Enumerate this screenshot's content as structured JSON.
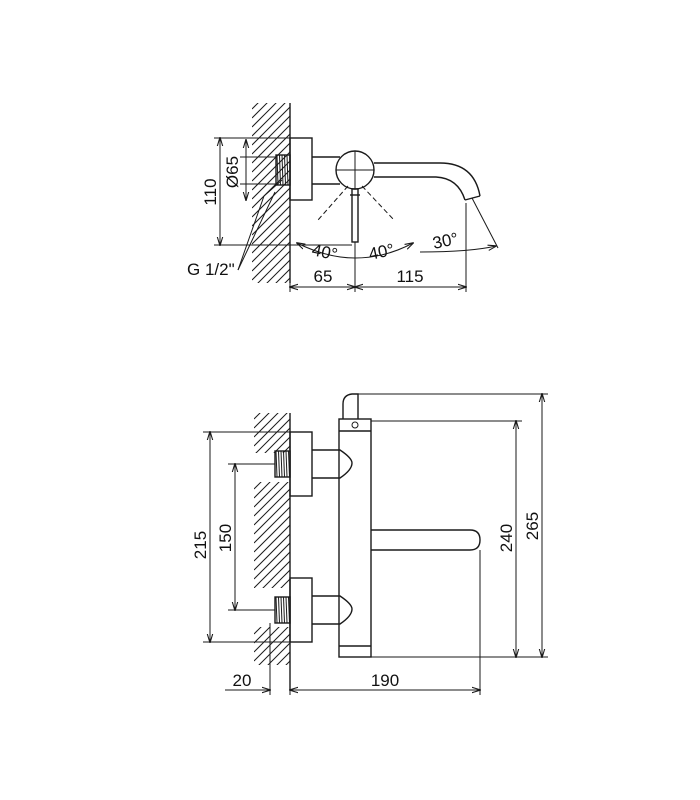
{
  "top_view": {
    "dim_total_height": "110",
    "dim_diameter": "Ø65",
    "thread_label": "G 1/2\"",
    "angle_left": "40°",
    "angle_right": "40°",
    "angle_spout": "30°",
    "dim_wall_to_axis": "65",
    "dim_axis_to_spout": "115"
  },
  "front_view": {
    "dim_outer_height": "215",
    "dim_center_distance": "150",
    "dim_body_height": "240",
    "dim_total_height": "265",
    "dim_wall_offset": "20",
    "dim_total_width": "190"
  }
}
